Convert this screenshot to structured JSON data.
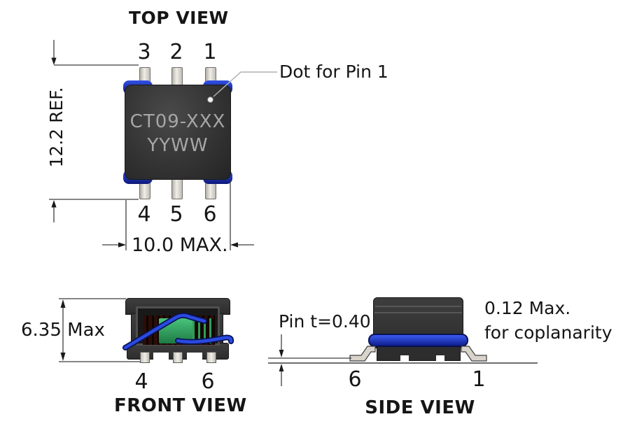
{
  "views": {
    "top": {
      "title": "TOP VIEW",
      "marking_line1": "CT09-XXX",
      "marking_line2": "YYWW",
      "pin_labels_top": [
        "3",
        "2",
        "1"
      ],
      "pin_labels_bottom": [
        "4",
        "5",
        "6"
      ],
      "height_dim": "12.2 REF.",
      "width_dim": "10.0 MAX.",
      "dot_callout": "Dot for Pin 1"
    },
    "front": {
      "title": "FRONT VIEW",
      "height_dim": "6.35 Max",
      "pin_labels": [
        "4",
        "6"
      ]
    },
    "side": {
      "title": "SIDE VIEW",
      "pin_thickness": "Pin t=0.40",
      "coplanarity_line1": "0.12 Max.",
      "coplanarity_line2": "for coplanarity",
      "pin_labels": [
        "6",
        "1"
      ]
    }
  },
  "colors": {
    "body_dark": "#333333",
    "pin_metal": "#d8d4cb",
    "wire_blue": "#2a4ae0",
    "wire_blue_dark": "#0a1254",
    "corner_blue": "#1b2fae",
    "core_green": "#2f9e57",
    "core_maroon": "#2c0e07",
    "marking_grey": "#a6a6a6",
    "line_dark": "#3f3f3f",
    "leader_grey": "#b0b0b0"
  }
}
